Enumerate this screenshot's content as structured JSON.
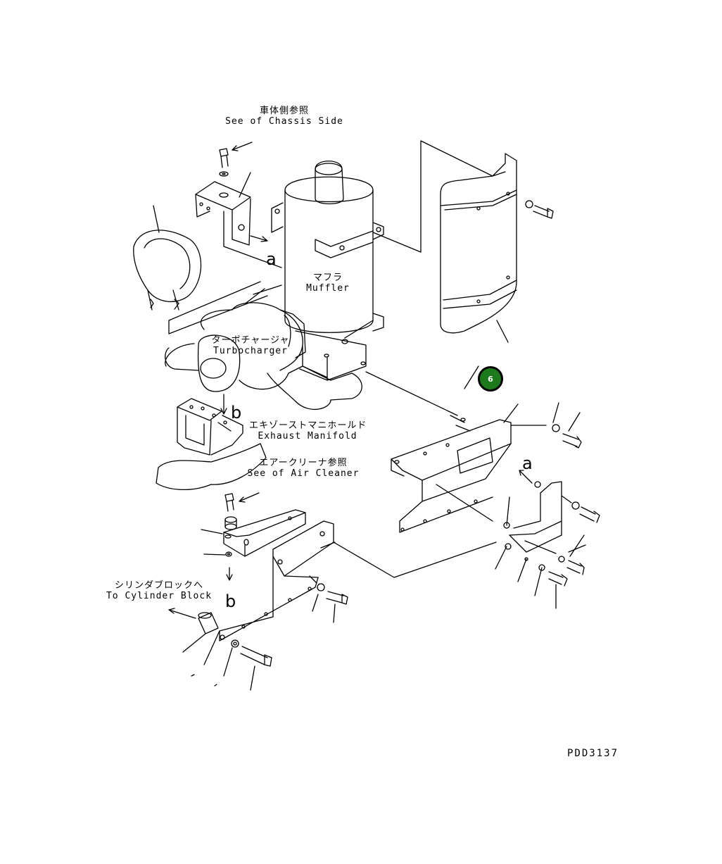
{
  "labels": {
    "chassis_jp": "車体側参照",
    "chassis_en": "See of Chassis Side",
    "muffler_jp": "マフラ",
    "muffler_en": "Muffler",
    "turbo_jp": "ターボチャージャ",
    "turbo_en": "Turbocharger",
    "manifold_jp": "エキゾーストマニホールド",
    "manifold_en": "Exhaust Manifold",
    "aircleaner_jp": "エアークリーナ参照",
    "aircleaner_en": "See of Air Cleaner",
    "cylinder_jp": "シリンダブロックへ",
    "cylinder_en": "To Cylinder Block"
  },
  "view_markers": {
    "a_top": "a",
    "a_right": "a",
    "b_left": "b",
    "b_bottom": "b"
  },
  "callout": {
    "number": "6",
    "color": "#1c7a1c"
  },
  "drawing_code": "PDD3137"
}
